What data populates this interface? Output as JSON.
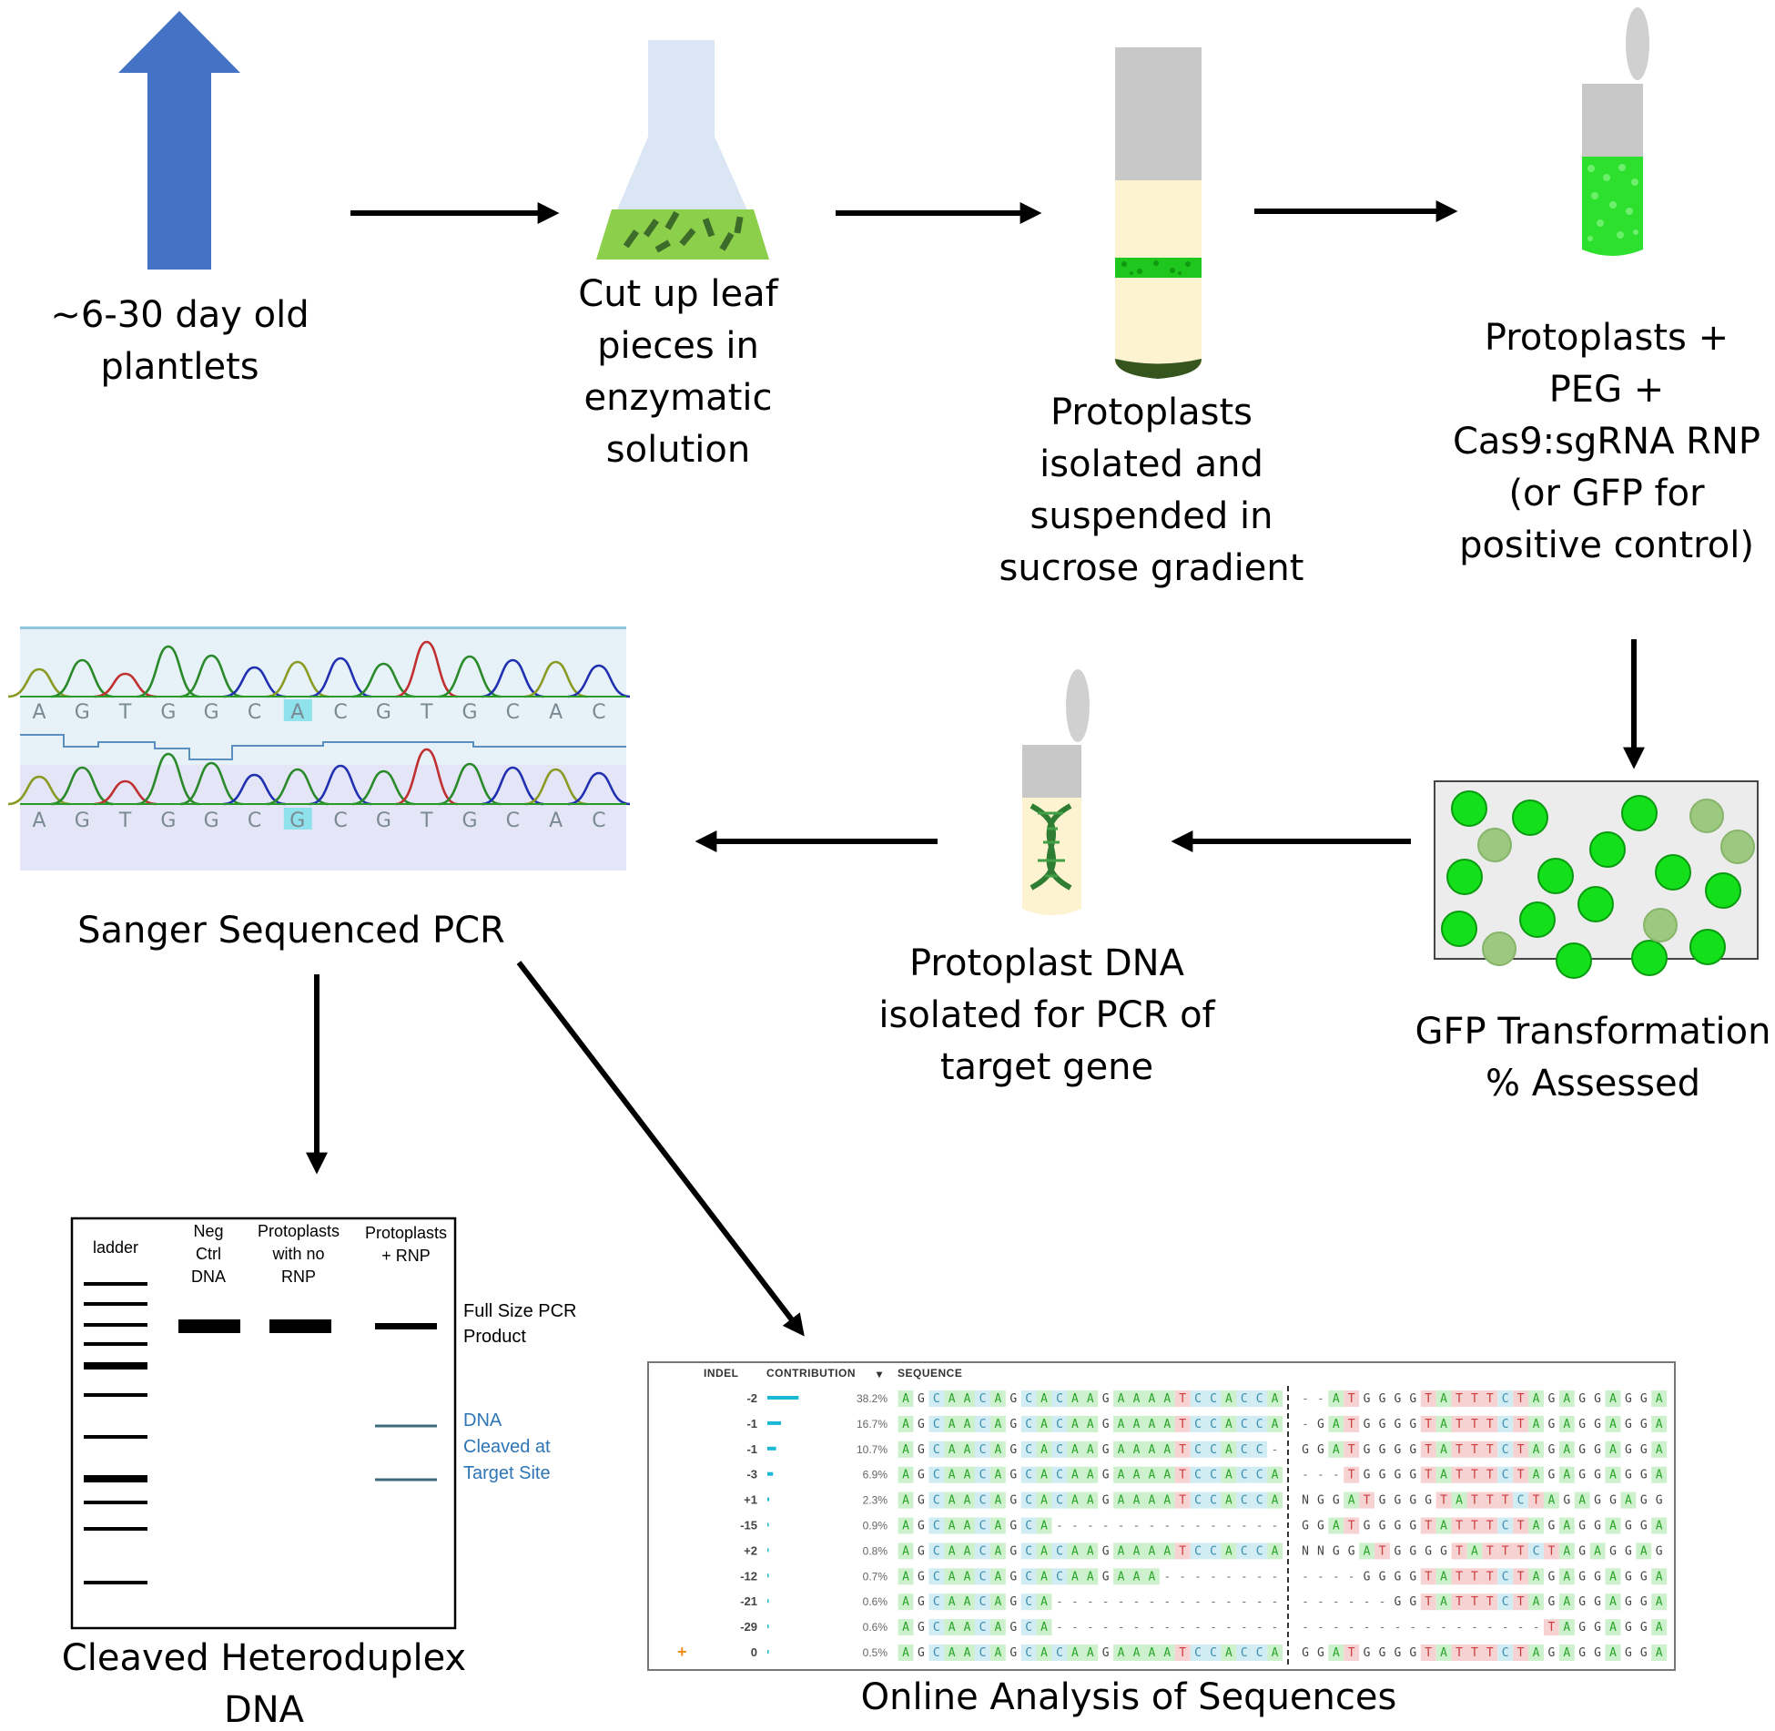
{
  "colors": {
    "arrow_blue": "#4472c4",
    "leaf_green": "#8ccf4a",
    "gfp_bright": "#13e01b",
    "gfp_dim": "#9dc880",
    "gel_cleaved": "#3d6b7b",
    "cleaved_label": "#2e75b6",
    "seq_highlight": "#8fe1ec",
    "contribution_bar": "#19b9d6"
  },
  "steps": {
    "plantlets": {
      "lines": [
        "~6-30 day old",
        "plantlets"
      ],
      "icon": "up-arrow-icon"
    },
    "leaf_pieces": {
      "lines": [
        "Cut up leaf",
        "pieces in",
        "enzymatic",
        "solution"
      ],
      "icon": "flask-icon"
    },
    "protoplasts_isolated": {
      "lines": [
        "Protoplasts",
        "isolated and",
        "suspended in",
        "sucrose gradient"
      ],
      "icon": "gradient-tube-icon"
    },
    "transformation": {
      "lines": [
        "Protoplasts +",
        "PEG +",
        "Cas9:sgRNA RNP",
        "(or GFP for",
        "positive control)"
      ],
      "icon": "tube-icon"
    },
    "gfp": {
      "lines": [
        "GFP Transformation",
        "% Assessed"
      ],
      "icon": "cells-icon"
    },
    "dna_isolation": {
      "lines": [
        "Protoplast DNA",
        "isolated for PCR of",
        "target gene"
      ],
      "icon": "dna-tube-icon"
    },
    "sanger": {
      "lines": [
        "Sanger Sequenced PCR"
      ],
      "icon": "chromatogram-icon"
    },
    "heteroduplex": {
      "lines": [
        "Cleaved Heteroduplex",
        "DNA"
      ],
      "icon": "gel-icon"
    },
    "online": {
      "lines": [
        "Online Analysis of Sequences"
      ],
      "icon": "sequence-table-icon"
    }
  },
  "chromatogram": {
    "reference_bases": [
      "A",
      "G",
      "T",
      "G",
      "G",
      "C",
      "A",
      "C",
      "G",
      "T",
      "G",
      "C",
      "A",
      "C"
    ],
    "sample_bases": [
      "A",
      "G",
      "T",
      "G",
      "G",
      "C",
      "G",
      "C",
      "G",
      "T",
      "G",
      "C",
      "A",
      "C"
    ],
    "highlight_index": 6
  },
  "gel": {
    "lanes": [
      "ladder",
      "Neg\nCtrl\nDNA",
      "Protoplasts\nwith no\nRNP",
      "Protoplasts\n+ RNP"
    ],
    "full_size_label": "Full Size PCR\nProduct",
    "cleaved_label": "DNA\nCleaved at\nTarget Site"
  },
  "table": {
    "headers": [
      "INDEL",
      "CONTRIBUTION",
      "SEQUENCE"
    ],
    "sort_glyph": "▾",
    "rows": [
      {
        "indel": "-2",
        "pct": "38.2%",
        "frac": 0.382,
        "left": "AGCAACAGCACAAGAAAATCCACCA",
        "right": "--ATGGGGTATTTCTAGAGGAGGA"
      },
      {
        "indel": "-1",
        "pct": "16.7%",
        "frac": 0.167,
        "left": "AGCAACAGCACAAGAAAATCCACCA",
        "right": "-GATGGGGTATTTCTAGAGGAGGA"
      },
      {
        "indel": "-1",
        "pct": "10.7%",
        "frac": 0.107,
        "left": "AGCAACAGCACAAGAAAATCCACC-",
        "right": "GGATGGGGTATTTCTAGAGGAGGA"
      },
      {
        "indel": "-3",
        "pct": "6.9%",
        "frac": 0.069,
        "left": "AGCAACAGCACAAGAAAATCCACCA",
        "right": "---TGGGGTATTTCTAGAGGAGGA"
      },
      {
        "indel": "+1",
        "pct": "2.3%",
        "frac": 0.023,
        "left": "AGCAACAGCACAAGAAAATCCACCA",
        "right": "NGGATGGGGTATTTCTAGAGGAGG"
      },
      {
        "indel": "-15",
        "pct": "0.9%",
        "frac": 0.009,
        "left": "AGCAACAGCA---------------",
        "right": "GGATGGGGTATTTCTAGAGGAGGA"
      },
      {
        "indel": "+2",
        "pct": "0.8%",
        "frac": 0.008,
        "left": "AGCAACAGCACAAGAAAATCCACCA",
        "right": "NNGGATGGGGTATTTCTAGAGGAG"
      },
      {
        "indel": "-12",
        "pct": "0.7%",
        "frac": 0.007,
        "left": "AGCAACAGCACAAGAAA--------",
        "right": "----GGGGTATTTCTAGAGGAGGA"
      },
      {
        "indel": "-21",
        "pct": "0.6%",
        "frac": 0.006,
        "left": "AGCAACAGCA---------------",
        "right": "------GGTATTTCTAGAGGAGGA"
      },
      {
        "indel": "-29",
        "pct": "0.6%",
        "frac": 0.006,
        "left": "AGCAACAGCA---------------",
        "right": "----------------TAGGAGGA"
      },
      {
        "indel": "0",
        "pct": "0.5%",
        "frac": 0.005,
        "left": "AGCAACAGCACAAGAAAATCCACCA",
        "right": "GGATGGGGTATTTCTAGAGGAGGA",
        "marker": "+"
      }
    ]
  }
}
